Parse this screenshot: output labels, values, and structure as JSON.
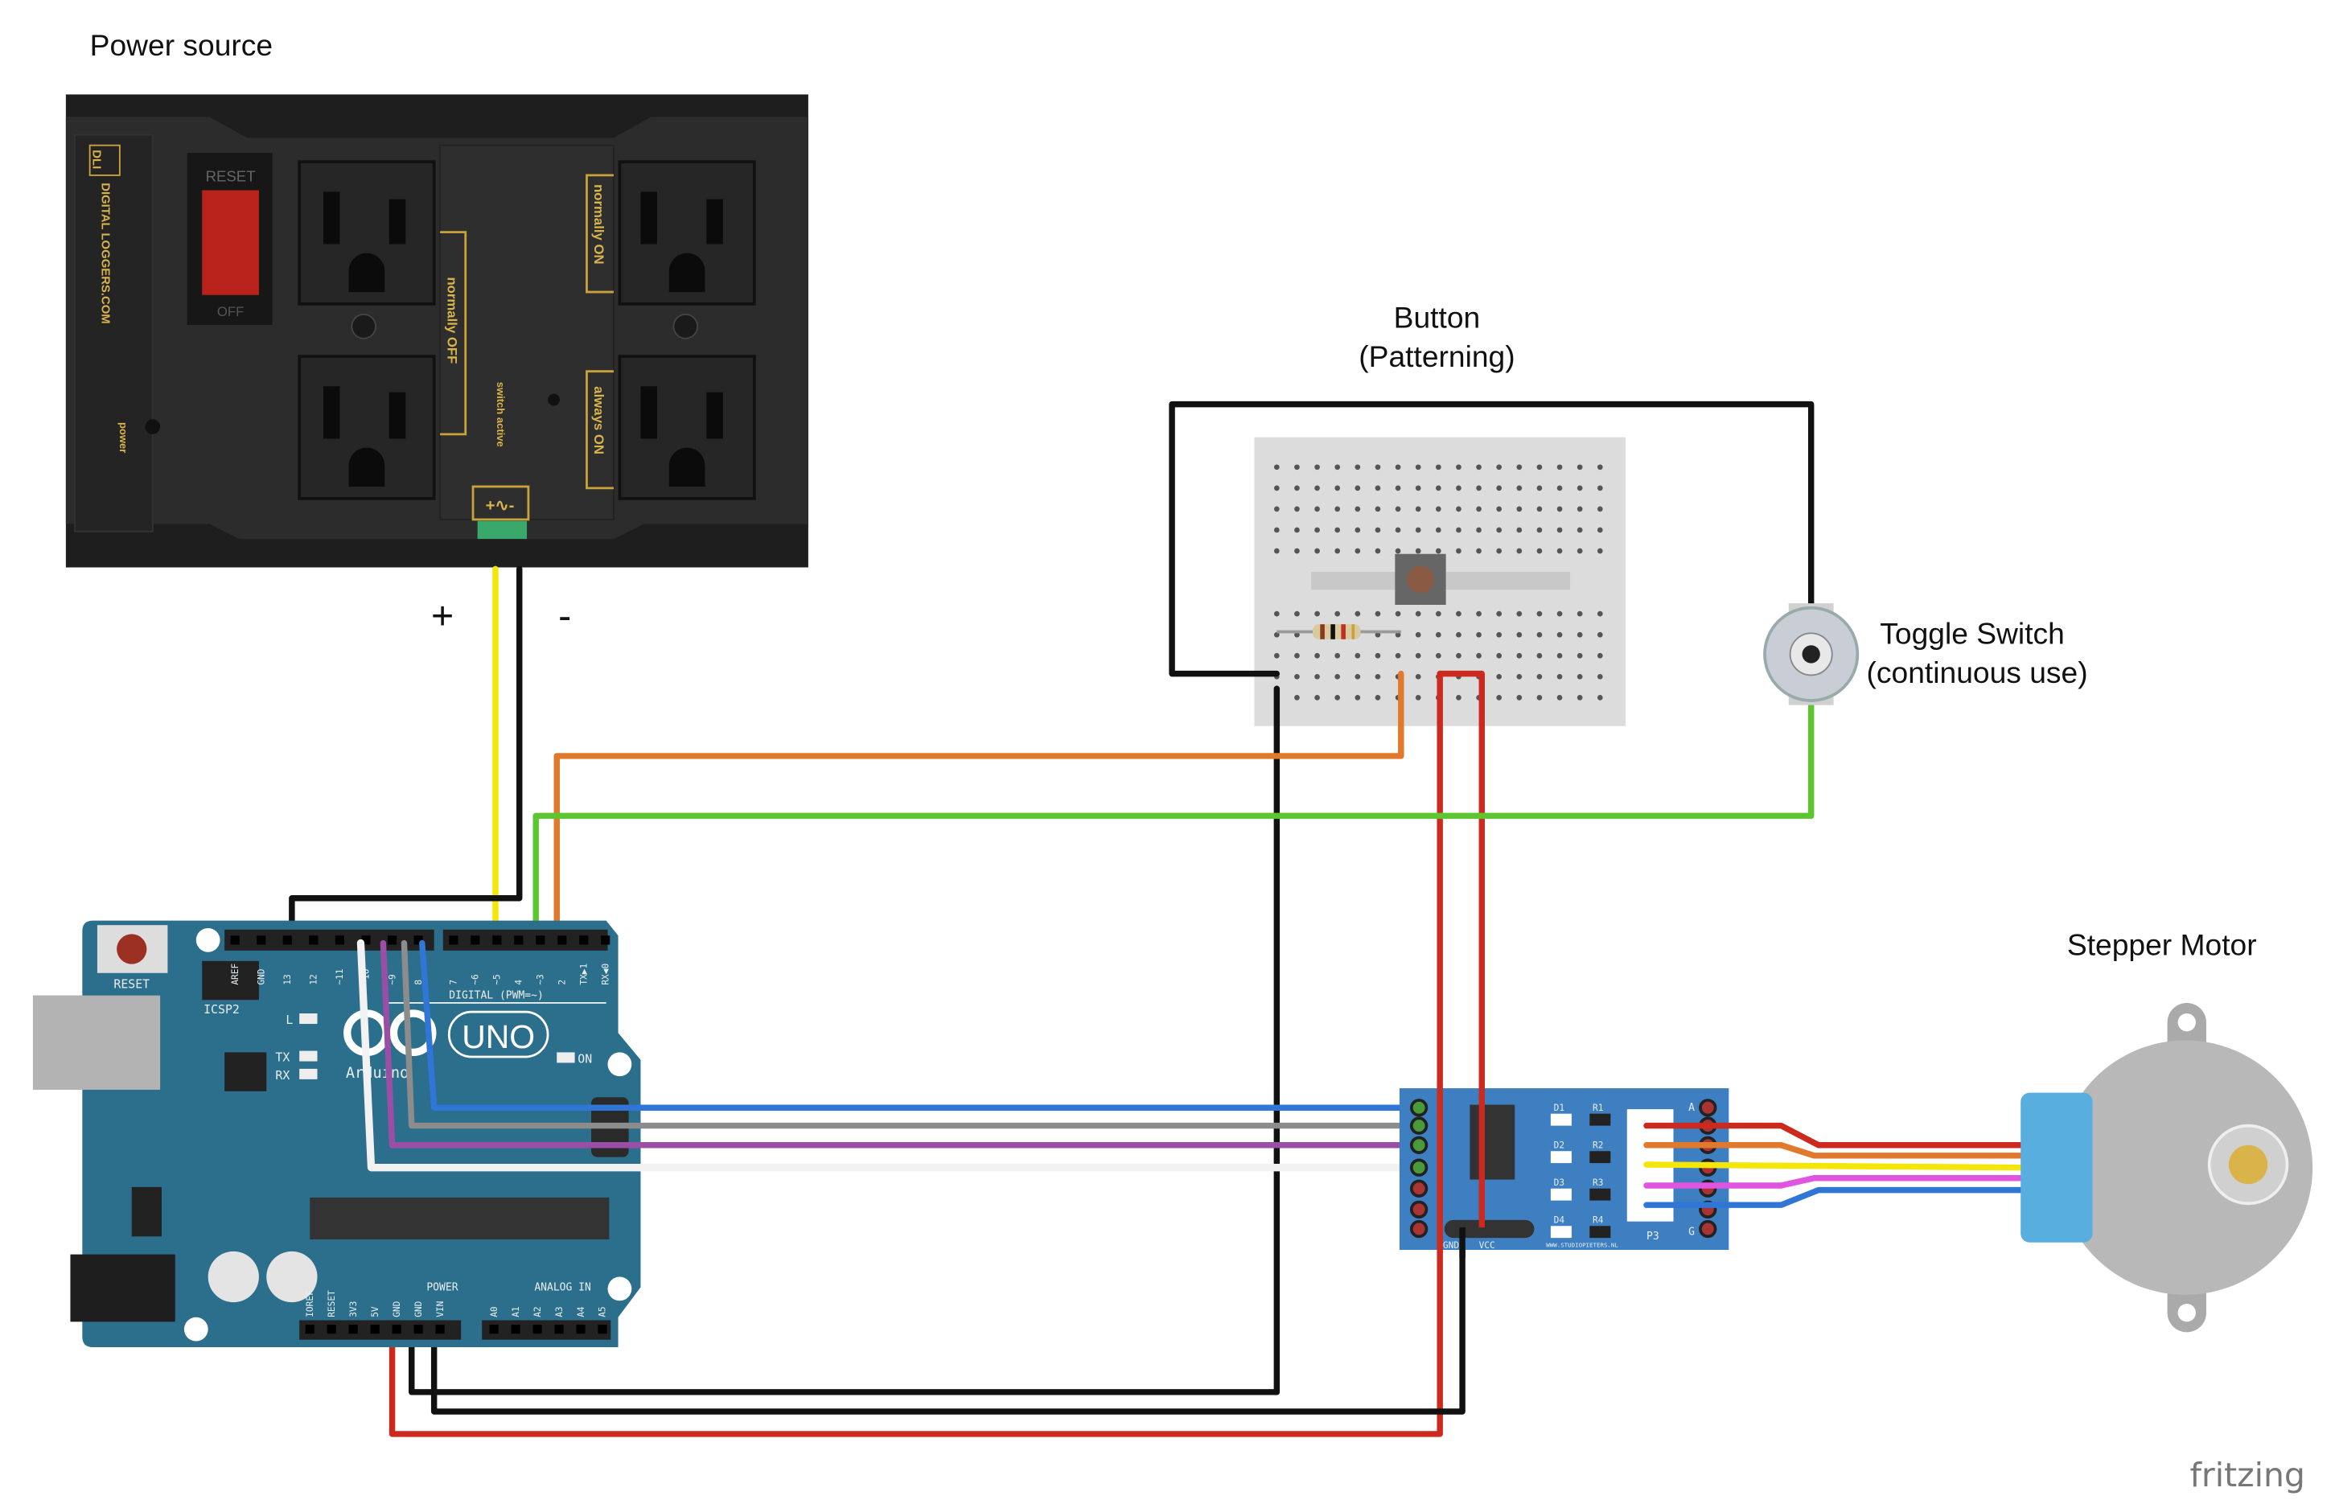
{
  "labels": {
    "power_source": "Power source",
    "plus": "+",
    "minus": "-",
    "button_line1": "Button",
    "button_line2": "(Patterning)",
    "toggle_line1": "Toggle Switch",
    "toggle_line2": "(continuous use)",
    "stepper": "Stepper Motor",
    "fritzing": "fritzing"
  },
  "power_strip": {
    "brand": "DIGITAL LOGGERS.COM",
    "logo": "DLI",
    "reset": "RESET",
    "off": "OFF",
    "normally_on": "normally ON",
    "normally_off": "normally OFF",
    "always_on": "always ON",
    "switch_active": "switch active",
    "power": "power",
    "input_symbol": "+∿-"
  },
  "arduino": {
    "reset": "RESET",
    "icsp": "ICSP2",
    "model": "UNO",
    "brand": "Arduino",
    "digital": "DIGITAL (PWM=~)",
    "power": "POWER",
    "analog": "ANALOG IN",
    "led_l": "L",
    "led_tx": "TX",
    "led_rx": "RX",
    "led_on": "ON",
    "top_pins_left": [
      "AREF",
      "GND",
      "13",
      "12",
      "~11",
      "~10",
      "~9",
      "8"
    ],
    "top_pins_right": [
      "7",
      "~6",
      "~5",
      "4",
      "~3",
      "2",
      "TX▶1",
      "RX◀0"
    ],
    "power_pins": [
      "IOREF",
      "RESET",
      "3V3",
      "5V",
      "GND",
      "GND",
      "VIN"
    ],
    "analog_pins": [
      "A0",
      "A1",
      "A2",
      "A3",
      "A4",
      "A5"
    ]
  },
  "driver": {
    "leds": [
      "D1",
      "D2",
      "D3",
      "D4"
    ],
    "resistors": [
      "R1",
      "R2",
      "R3",
      "R4"
    ],
    "connector": "P3",
    "pin_a": "A",
    "pin_g": "G",
    "gnd": "GND",
    "vcc": "VCC",
    "url": "WWW.STUDIOPIETERS.NL"
  },
  "colors": {
    "arduino_board": "#2c6f8c",
    "driver_board": "#3d7fc1",
    "power_strip": "#2a2a2a",
    "wire_red": "#cc2a1f",
    "wire_black": "#111111",
    "wire_yellow": "#f5e60a",
    "wire_orange": "#e0792b",
    "wire_green": "#5cc531",
    "wire_blue": "#2f76d6",
    "wire_gray": "#8c8c8c",
    "wire_purple": "#9b4ea6",
    "wire_white": "#f2f2f2",
    "wire_magenta": "#e055e0",
    "motor": "#b8b8b8",
    "motor_connector": "#59aee0"
  }
}
